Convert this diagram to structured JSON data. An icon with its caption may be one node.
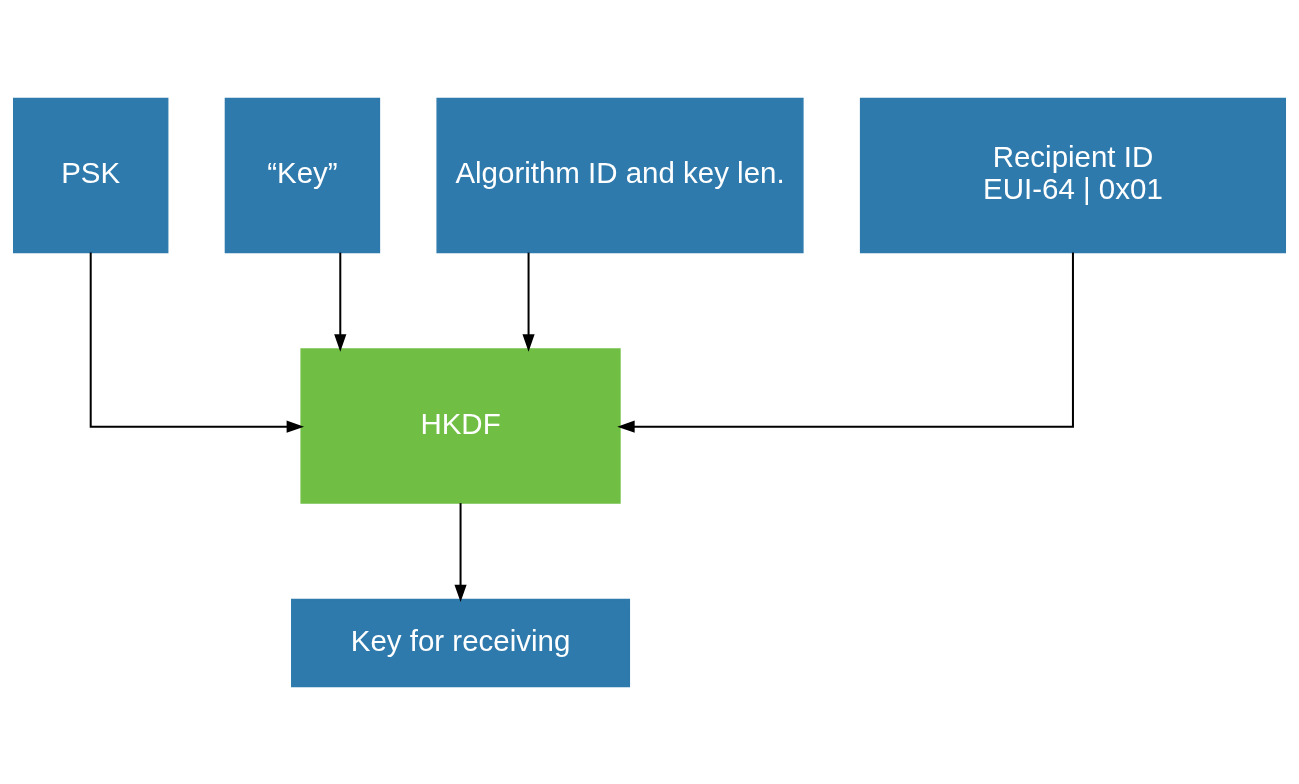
{
  "diagram": {
    "nodes": [
      {
        "text": [
          "PSK"
        ]
      },
      {
        "text": [
          "“Key”"
        ]
      },
      {
        "text": [
          "Algorithm ID and key len."
        ]
      },
      {
        "text": [
          "Recipient ID",
          "EUI-64 | 0x01"
        ]
      },
      {
        "text": [
          "HKDF"
        ]
      },
      {
        "text": [
          "Key for receiving"
        ]
      }
    ],
    "edges": [
      {
        "from": 0,
        "to": 4,
        "arrow": "to"
      },
      {
        "from": 1,
        "to": 4,
        "arrow": "to"
      },
      {
        "from": 2,
        "to": 4,
        "arrow": "to"
      },
      {
        "from": 3,
        "to": 4,
        "arrow": "to"
      },
      {
        "from": 4,
        "to": 5,
        "arrow": "to"
      }
    ]
  }
}
